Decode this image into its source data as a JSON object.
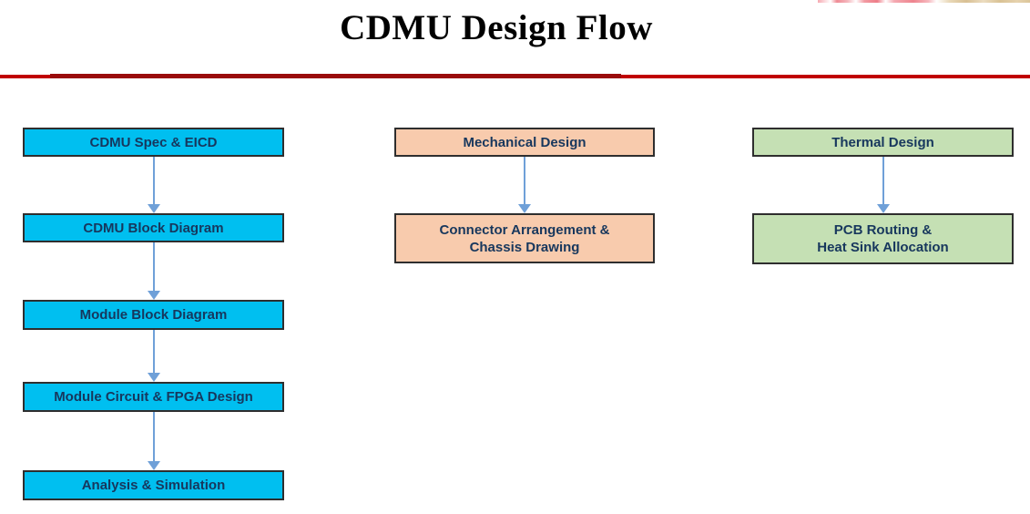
{
  "header": {
    "title": "CDMU Design Flow",
    "divider": {
      "light_color": "#C00000",
      "dark_color": "#9A0B0B"
    },
    "partial_logo": {
      "description": "cropped-logo-strip"
    }
  },
  "colors": {
    "box_border": "#2E2E2E",
    "box_text": "#17375D",
    "arrow": "#6FA0D8",
    "electrical_fill": "#00BFF0",
    "mechanical_fill": "#F8CBAD",
    "thermal_fill": "#C5E0B4"
  },
  "diagram": {
    "columns": [
      {
        "id": "electrical-flow",
        "fill": "#00BFF0",
        "boxes": [
          {
            "lines": [
              "CDMU Spec & EICD"
            ]
          },
          {
            "lines": [
              "CDMU Block Diagram"
            ]
          },
          {
            "lines": [
              "Module Block Diagram"
            ]
          },
          {
            "lines": [
              "Module Circuit & FPGA Design"
            ]
          },
          {
            "lines": [
              "Analysis & Simulation"
            ]
          }
        ]
      },
      {
        "id": "mechanical-flow",
        "fill": "#F8CBAD",
        "boxes": [
          {
            "lines": [
              "Mechanical Design"
            ]
          },
          {
            "lines": [
              "Connector Arrangement &",
              "Chassis Drawing"
            ]
          }
        ]
      },
      {
        "id": "thermal-flow",
        "fill": "#C5E0B4",
        "boxes": [
          {
            "lines": [
              "Thermal Design"
            ]
          },
          {
            "lines": [
              "PCB Routing &",
              "Heat Sink Allocation"
            ]
          }
        ]
      }
    ]
  }
}
